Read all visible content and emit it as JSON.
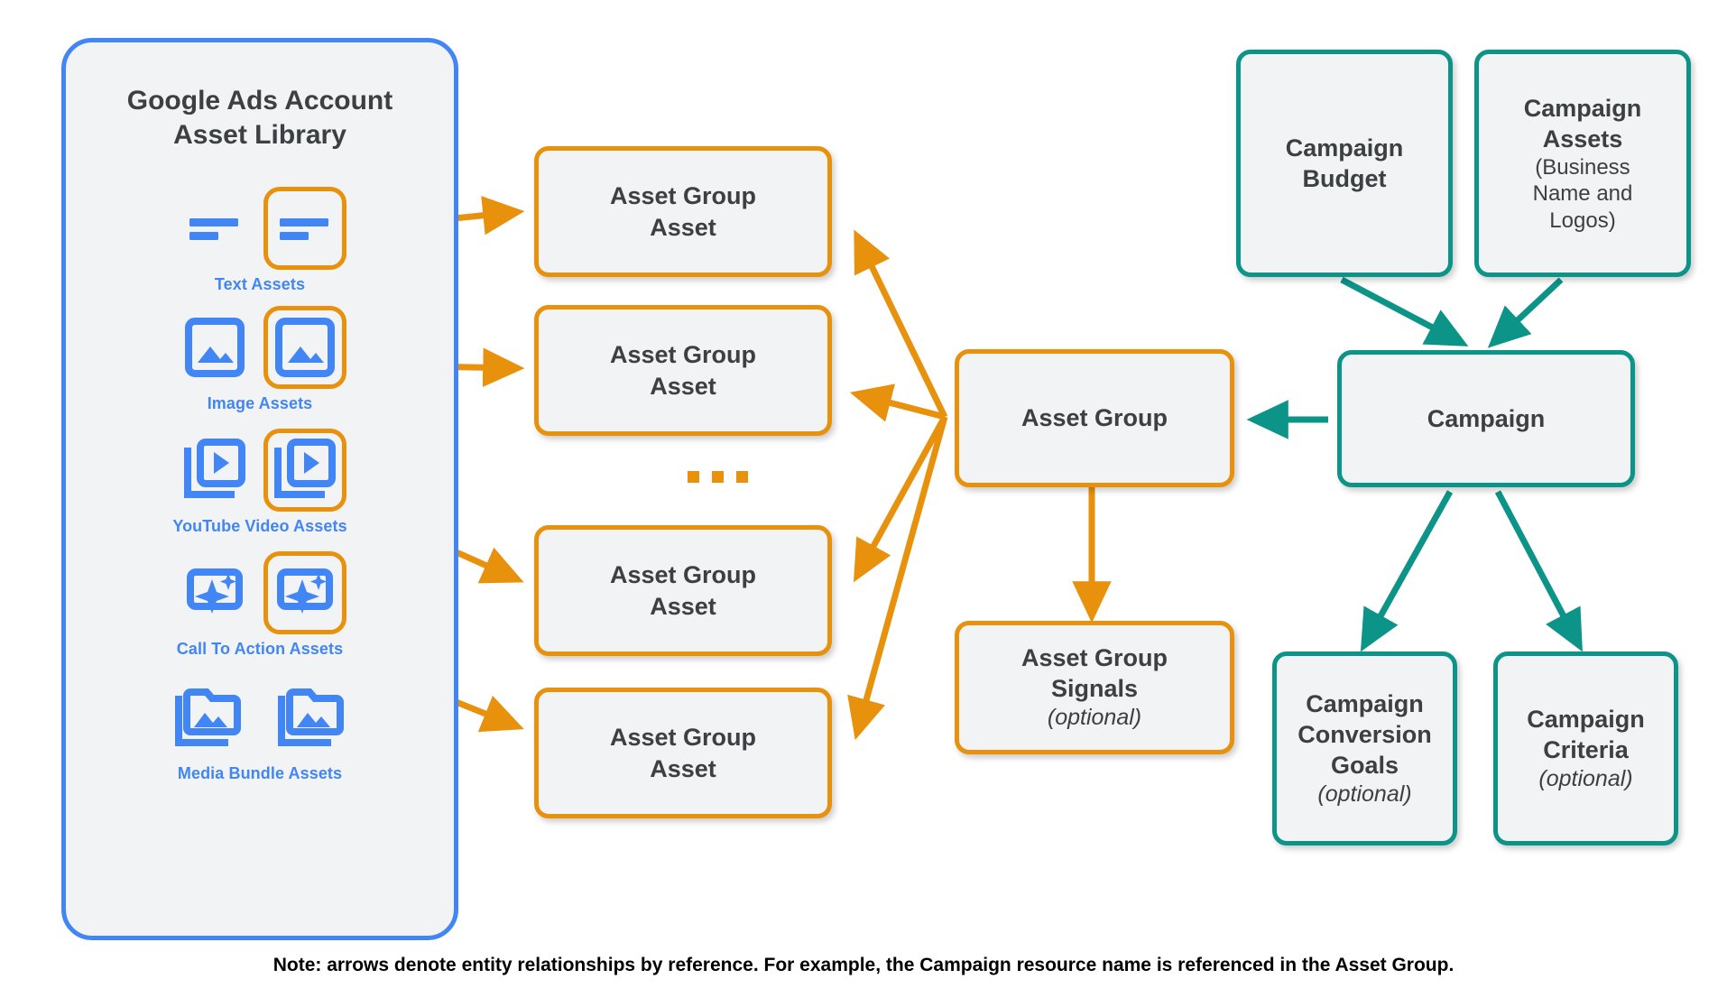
{
  "colors": {
    "orange": "#e8910c",
    "teal": "#0d9488",
    "blue": "#4285f4",
    "node_fill": "#f1f3f4",
    "text": "#3c4043"
  },
  "library": {
    "title": "Google Ads Account\nAsset Library",
    "assets": [
      {
        "caption": "Text Assets",
        "icon": "text-asset-icon",
        "highlighted": true
      },
      {
        "caption": "Image Assets",
        "icon": "image-asset-icon",
        "highlighted": true
      },
      {
        "caption": "YouTube Video  Assets",
        "icon": "video-asset-icon",
        "highlighted": true
      },
      {
        "caption": "Call To Action Assets",
        "icon": "call-to-action-asset-icon",
        "highlighted": true
      },
      {
        "caption": "Media Bundle  Assets",
        "icon": "media-bundle-asset-icon",
        "highlighted": false
      }
    ]
  },
  "asset_group_assets": [
    {
      "title": "Asset Group\nAsset"
    },
    {
      "title": "Asset Group\nAsset"
    },
    {
      "title": "Asset Group\nAsset"
    },
    {
      "title": "Asset Group\nAsset"
    }
  ],
  "ellipsis_label": "...",
  "nodes": {
    "asset_group": {
      "title": "Asset Group"
    },
    "asset_group_signals": {
      "title": "Asset Group\nSignals",
      "optional": "(optional)"
    },
    "campaign": {
      "title": "Campaign"
    },
    "campaign_budget": {
      "title": "Campaign\nBudget"
    },
    "campaign_assets": {
      "title": "Campaign\nAssets",
      "detail": "(Business\nName and\nLogos)"
    },
    "campaign_conversion_goals": {
      "title": "Campaign\nConversion\nGoals",
      "optional": "(optional)"
    },
    "campaign_criteria": {
      "title": "Campaign\nCriteria",
      "optional": "(optional)"
    }
  },
  "footnote": "Note: arrows denote entity relationships by reference. For example, the Campaign resource name is referenced in the Asset Group."
}
